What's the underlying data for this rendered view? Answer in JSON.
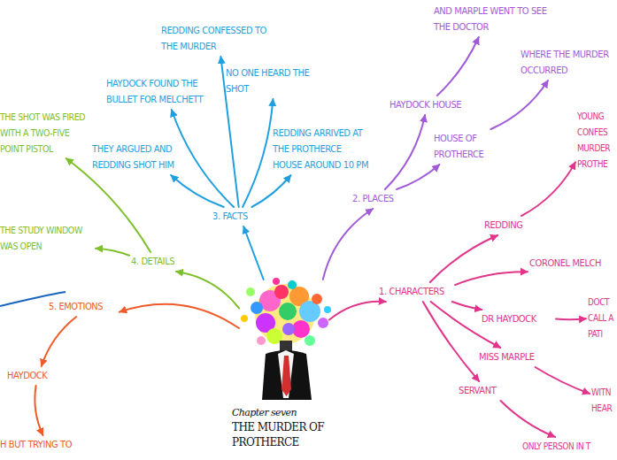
{
  "diagram": {
    "nodes": [
      {
        "text": [
          "Chapter seven",
          "THE MURDER OF PROTHERCE"
        ]
      },
      {
        "text": [
          "3. FACTS"
        ]
      },
      {
        "text": [
          "REDDING CONFESSED TO THE MURDER"
        ]
      },
      {
        "text": [
          "NO ONE HEARD THE SHOT"
        ]
      },
      {
        "text": [
          "HAYDOCK FOUND THE BULLET FOR MELCHETT"
        ]
      },
      {
        "text": [
          "THEY ARGUED AND REDDING SHOT HIM"
        ]
      },
      {
        "text": [
          "REDDING ARRIVED AT THE PROTHERCE HOUSE AROUND 10 PM"
        ]
      },
      {
        "text": [
          "2. PLACES"
        ]
      },
      {
        "text": [
          "HAYDOCK HOUSE"
        ]
      },
      {
        "text": [
          "AND MARPLE WENT TO SEE THE DOCTOR"
        ]
      },
      {
        "text": [
          "HOUSE OF PROTHERCE"
        ]
      },
      {
        "text": [
          "WHERE THE MURDER OCCURRED"
        ]
      },
      {
        "text": [
          "1. CHARACTERS"
        ]
      },
      {
        "text": [
          "REDDING"
        ]
      },
      {
        "text": [
          "YOUNG CONFES MURDER PROTHE"
        ]
      },
      {
        "text": [
          "CORONEL MELCH"
        ]
      },
      {
        "text": [
          "DR HAYDOCK"
        ]
      },
      {
        "text": [
          "DOCT CALL A PATI"
        ]
      },
      {
        "text": [
          "MISS MARPLE"
        ]
      },
      {
        "text": [
          "WITN HEAR"
        ]
      },
      {
        "text": [
          "SERVANT"
        ]
      },
      {
        "text": [
          "ONLY PERSON IN T"
        ]
      },
      {
        "text": [
          "4. DETAILS"
        ]
      },
      {
        "text": [
          "THE SHOT WAS FIRED WITH A TWO-FIVE POINT PISTOL"
        ]
      },
      {
        "text": [
          "THE STUDY WINDOW WAS OPEN"
        ]
      },
      {
        "text": [
          "5. EMOTIONS"
        ]
      },
      {
        "text": [
          "HAYDOCK"
        ]
      },
      {
        "text": [
          "H BUT TRYING TO"
        ]
      }
    ],
    "edges": [
      {
        "from": 0,
        "to": 1,
        "arrow": "to"
      },
      {
        "from": 1,
        "to": 2,
        "arrow": "to"
      },
      {
        "from": 1,
        "to": 3,
        "arrow": "to"
      },
      {
        "from": 1,
        "to": 4,
        "arrow": "to"
      },
      {
        "from": 1,
        "to": 5,
        "arrow": "to"
      },
      {
        "from": 1,
        "to": 6,
        "arrow": "to"
      },
      {
        "from": 0,
        "to": 7,
        "arrow": "to"
      },
      {
        "from": 7,
        "to": 8,
        "arrow": "to"
      },
      {
        "from": 8,
        "to": 9,
        "arrow": "to"
      },
      {
        "from": 7,
        "to": 10,
        "arrow": "to"
      },
      {
        "from": 10,
        "to": 11,
        "arrow": "to"
      },
      {
        "from": 0,
        "to": 12,
        "arrow": "to"
      },
      {
        "from": 12,
        "to": 13,
        "arrow": "to"
      },
      {
        "from": 13,
        "to": 14,
        "arrow": "to"
      },
      {
        "from": 12,
        "to": 15,
        "arrow": "to"
      },
      {
        "from": 12,
        "to": 16,
        "arrow": "to"
      },
      {
        "from": 16,
        "to": 17,
        "arrow": "to"
      },
      {
        "from": 12,
        "to": 18,
        "arrow": "to"
      },
      {
        "from": 18,
        "to": 19,
        "arrow": "to"
      },
      {
        "from": 12,
        "to": 20,
        "arrow": "to"
      },
      {
        "from": 20,
        "to": 21,
        "arrow": "to"
      },
      {
        "from": 0,
        "to": 22,
        "arrow": "to"
      },
      {
        "from": 22,
        "to": 23,
        "arrow": "to"
      },
      {
        "from": 22,
        "to": 24,
        "arrow": "to"
      },
      {
        "from": 0,
        "to": 25,
        "arrow": "to"
      },
      {
        "from": 25,
        "to": 26,
        "arrow": "to"
      },
      {
        "from": 26,
        "to": 27,
        "arrow": "to"
      }
    ]
  }
}
